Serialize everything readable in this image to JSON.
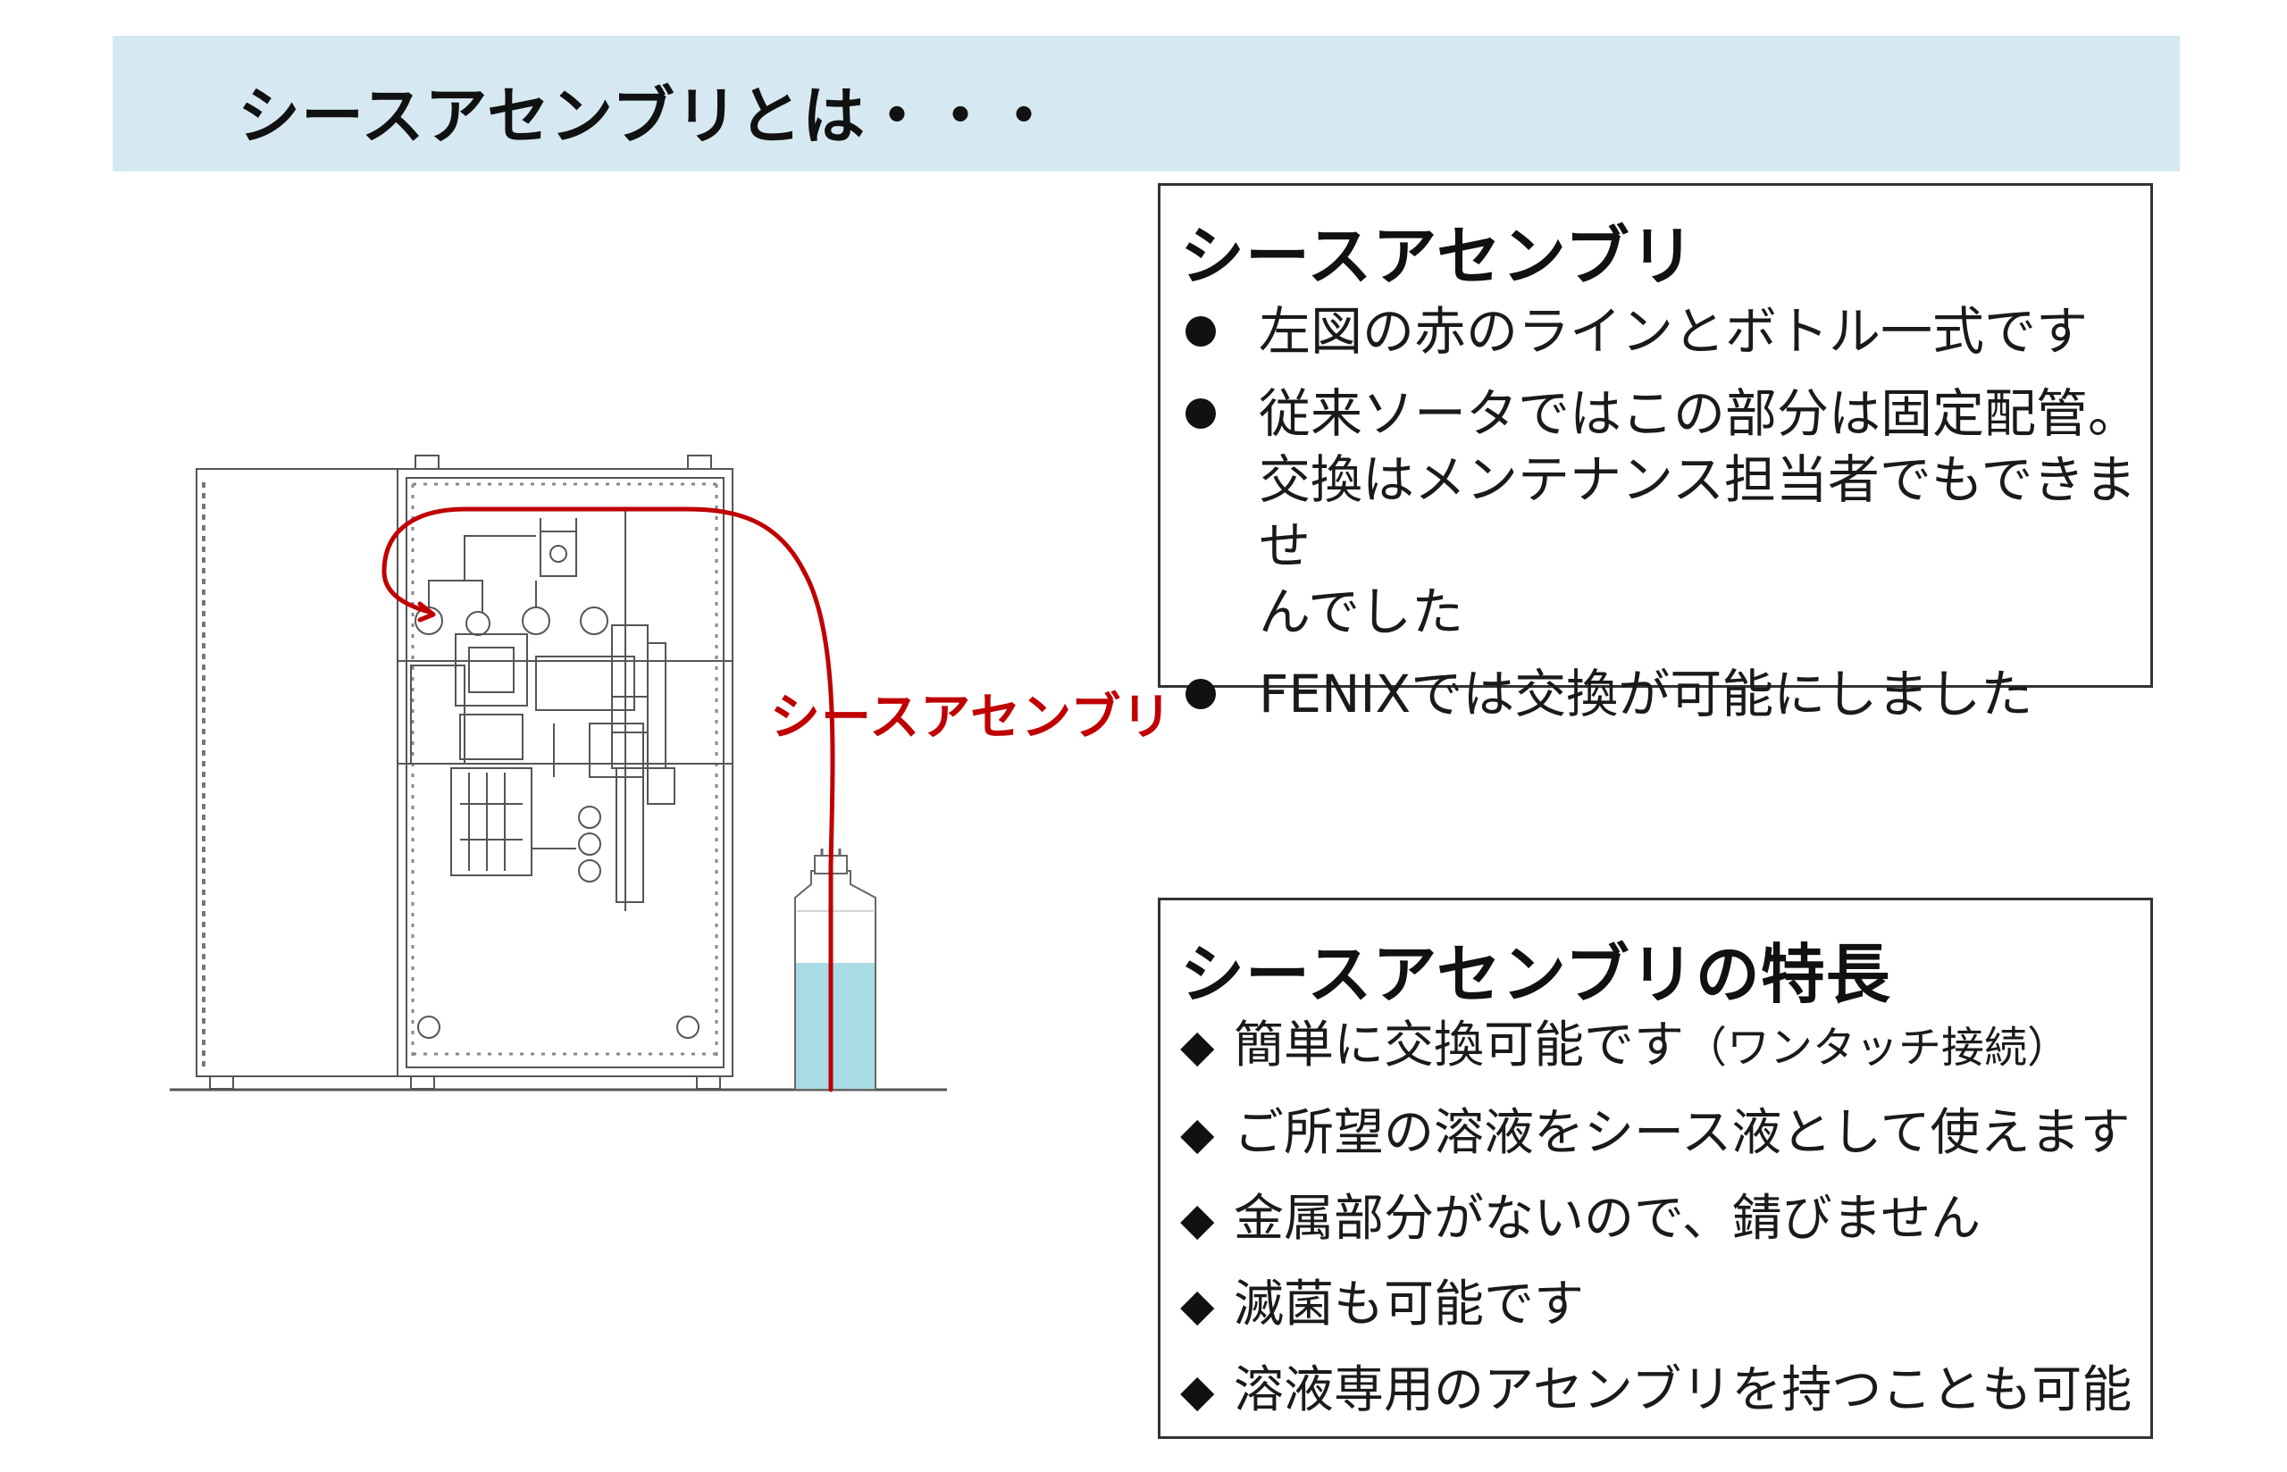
{
  "header": {
    "title": "シースアセンブリとは・・・"
  },
  "diagram": {
    "label": "シースアセンブリ"
  },
  "info_box": {
    "heading": "シースアセンブリ",
    "bullets": [
      {
        "line1": "左図の赤のラインとボトル一式です"
      },
      {
        "line1": "従来ソータではこの部分は固定配管。",
        "line2": "交換はメンテナンス担当者でもできませ",
        "line3": "んでした"
      },
      {
        "line1": "FENIXでは交換が可能にしました"
      }
    ]
  },
  "features_box": {
    "heading": "シースアセンブリの特長",
    "marker": "◆",
    "items": [
      {
        "text": "簡単に交換可能です",
        "note": "（ワンタッチ接続）"
      },
      {
        "text": "ご所望の溶液をシース液として使えます"
      },
      {
        "text": "金属部分がないので、錆びません"
      },
      {
        "text": "滅菌も可能です"
      },
      {
        "text": "溶液専用のアセンブリを持つことも可能"
      }
    ]
  },
  "colors": {
    "title_band": "#d6e9f2",
    "sheath_line": "#c00000",
    "liquid": "#a9dce6"
  }
}
